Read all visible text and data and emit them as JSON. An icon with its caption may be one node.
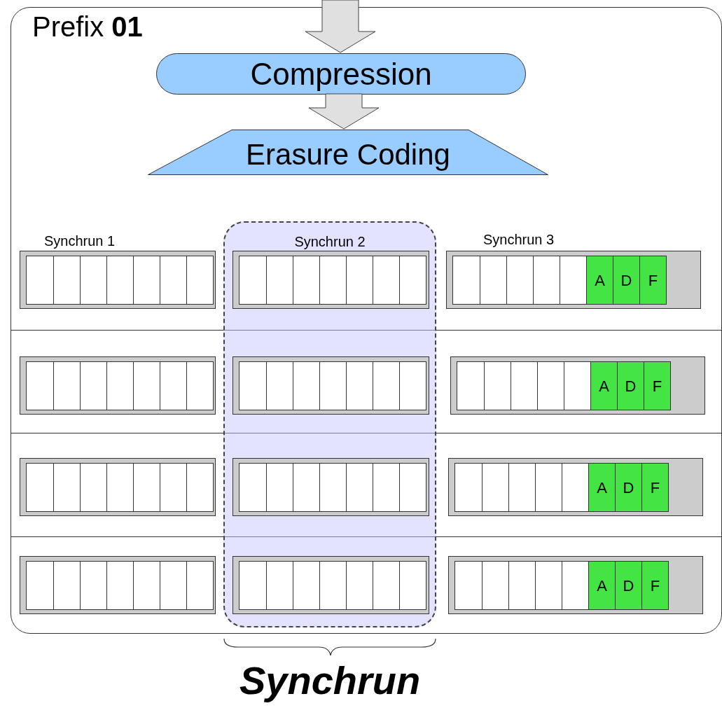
{
  "diagram": {
    "nodes": [
      {
        "text": [
          "Prefix **01**"
        ]
      },
      {
        "text": [
          "Compression"
        ],
        "in": 0
      },
      {
        "text": [
          "Erasure Coding"
        ],
        "in": 0
      },
      {
        "text": [
          "Synchrun 2"
        ],
        "in": 0
      }
    ],
    "edges": [
      {
        "from": null,
        "to": 1,
        "arrow": "to"
      },
      {
        "from": 1,
        "to": 2,
        "arrow": "to"
      }
    ],
    "labels": [
      "Synchrun 1",
      "Synchrun 3",
      "A",
      "D",
      "F",
      "A",
      "D",
      "F",
      "A",
      "D",
      "F",
      "A",
      "D",
      "F",
      "Synchrun"
    ]
  }
}
